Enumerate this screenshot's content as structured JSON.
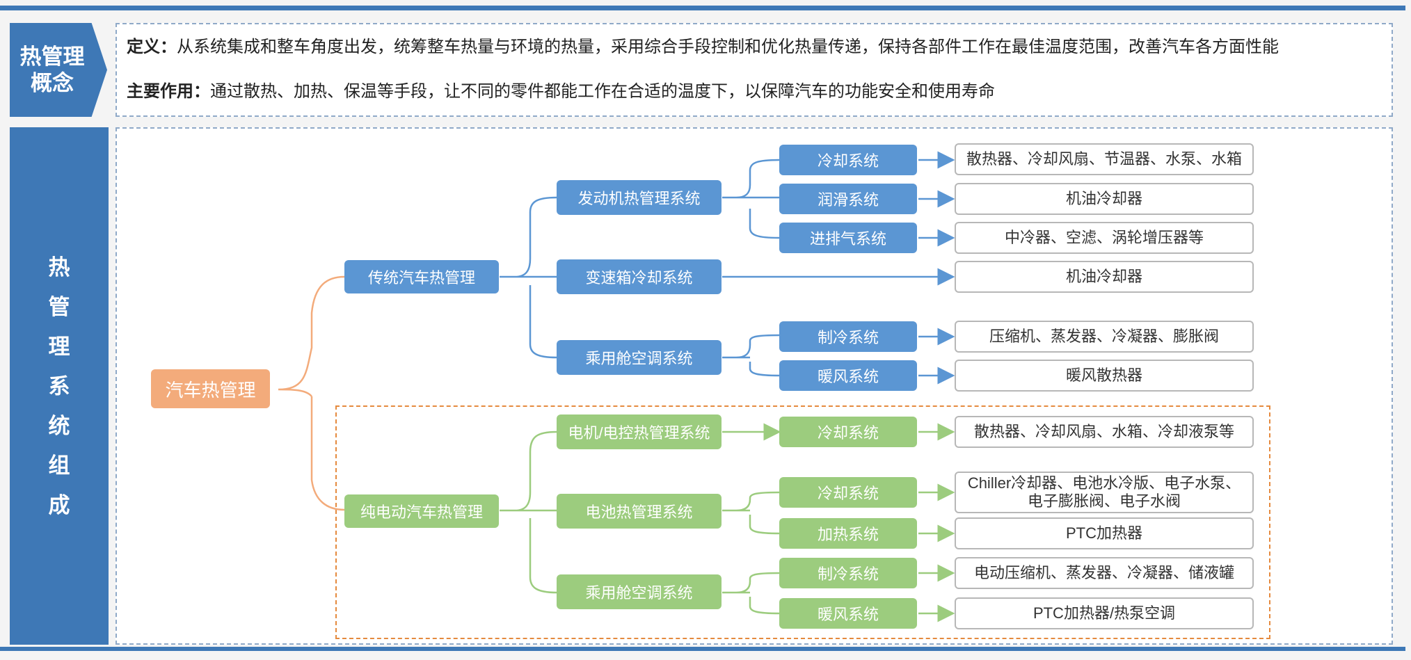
{
  "side": {
    "concept_label": "热管理概念",
    "system_label": "热管理系统组成"
  },
  "definition": {
    "def_label": "定义：",
    "def_text": "从系统集成和整车角度出发，统筹整车热量与环境的热量，采用综合手段控制和优化热量传递，保持各部件工作在最佳温度范围，改善汽车各方面性能",
    "role_label": "主要作用：",
    "role_text": "通过散热、加热、保温等手段，让不同的零件都能工作在合适的温度下，以保障汽车的功能安全和使用寿命"
  },
  "tree": {
    "root": "汽车热管理",
    "traditional": {
      "label": "传统汽车热管理",
      "engine": {
        "label": "发动机热管理系统",
        "cooling": {
          "label": "冷却系统",
          "parts": "散热器、冷却风扇、节温器、水泵、水箱"
        },
        "lubrication": {
          "label": "润滑系统",
          "parts": "机油冷却器"
        },
        "intake": {
          "label": "进排气系统",
          "parts": "中冷器、空滤、涡轮增压器等"
        }
      },
      "gearbox": {
        "label": "变速箱冷却系统",
        "parts": "机油冷却器"
      },
      "cabin": {
        "label": "乘用舱空调系统",
        "refrigeration": {
          "label": "制冷系统",
          "parts": "压缩机、蒸发器、冷凝器、膨胀阀"
        },
        "heating": {
          "label": "暖风系统",
          "parts": "暖风散热器"
        }
      }
    },
    "electric": {
      "label": "纯电动汽车热管理",
      "motor": {
        "label": "电机/电控热管理系统",
        "cooling": {
          "label": "冷却系统",
          "parts": "散热器、冷却风扇、水箱、冷却液泵等"
        }
      },
      "battery": {
        "label": "电池热管理系统",
        "cooling": {
          "label": "冷却系统",
          "parts": "Chiller冷却器、电池水冷版、电子水泵、电子膨胀阀、电子水阀"
        },
        "heating": {
          "label": "加热系统",
          "parts": "PTC加热器"
        }
      },
      "cabin": {
        "label": "乘用舱空调系统",
        "refrigeration": {
          "label": "制冷系统",
          "parts": "电动压缩机、蒸发器、冷凝器、储液罐"
        },
        "heating": {
          "label": "暖风系统",
          "parts": "PTC加热器/热泵空调"
        }
      }
    }
  },
  "colors": {
    "header_blue": "#3e78b6",
    "node_blue": "#5b96d3",
    "node_green": "#9ccc7e",
    "node_orange": "#f3ab7b",
    "ev_border": "#e58a3e"
  }
}
